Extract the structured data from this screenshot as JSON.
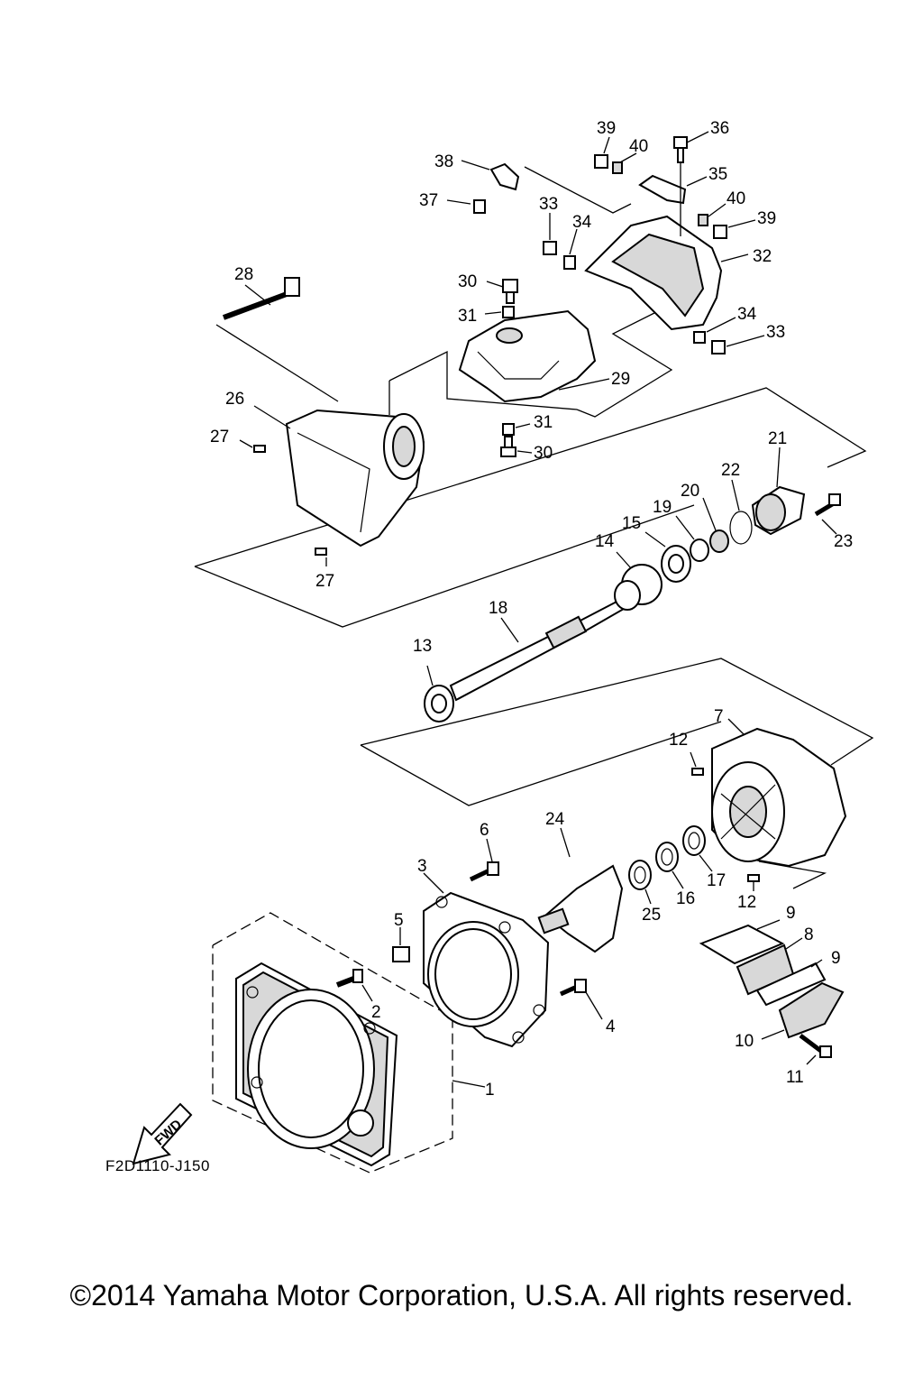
{
  "diagram": {
    "drawing_code": "F2D1110-J150",
    "direction_label": "FWD",
    "copyright": "©2014 Yamaha Motor Corporation, U.S.A. All rights reserved.",
    "callouts": {
      "c1": "1",
      "c2": "2",
      "c3": "3",
      "c4": "4",
      "c5": "5",
      "c6": "6",
      "c7": "7",
      "c8": "8",
      "c9a": "9",
      "c9b": "9",
      "c10": "10",
      "c11": "11",
      "c12a": "12",
      "c12b": "12",
      "c13": "13",
      "c14": "14",
      "c15": "15",
      "c16": "16",
      "c17": "17",
      "c18": "18",
      "c19": "19",
      "c20": "20",
      "c21": "21",
      "c22": "22",
      "c23": "23",
      "c24": "24",
      "c25": "25",
      "c26": "26",
      "c27a": "27",
      "c27b": "27",
      "c28": "28",
      "c29": "29",
      "c30a": "30",
      "c30b": "30",
      "c31a": "31",
      "c31b": "31",
      "c32": "32",
      "c33a": "33",
      "c33b": "33",
      "c34a": "34",
      "c34b": "34",
      "c35": "35",
      "c36": "36",
      "c37": "37",
      "c38": "38",
      "c39a": "39",
      "c39b": "39",
      "c40a": "40",
      "c40b": "40"
    }
  }
}
